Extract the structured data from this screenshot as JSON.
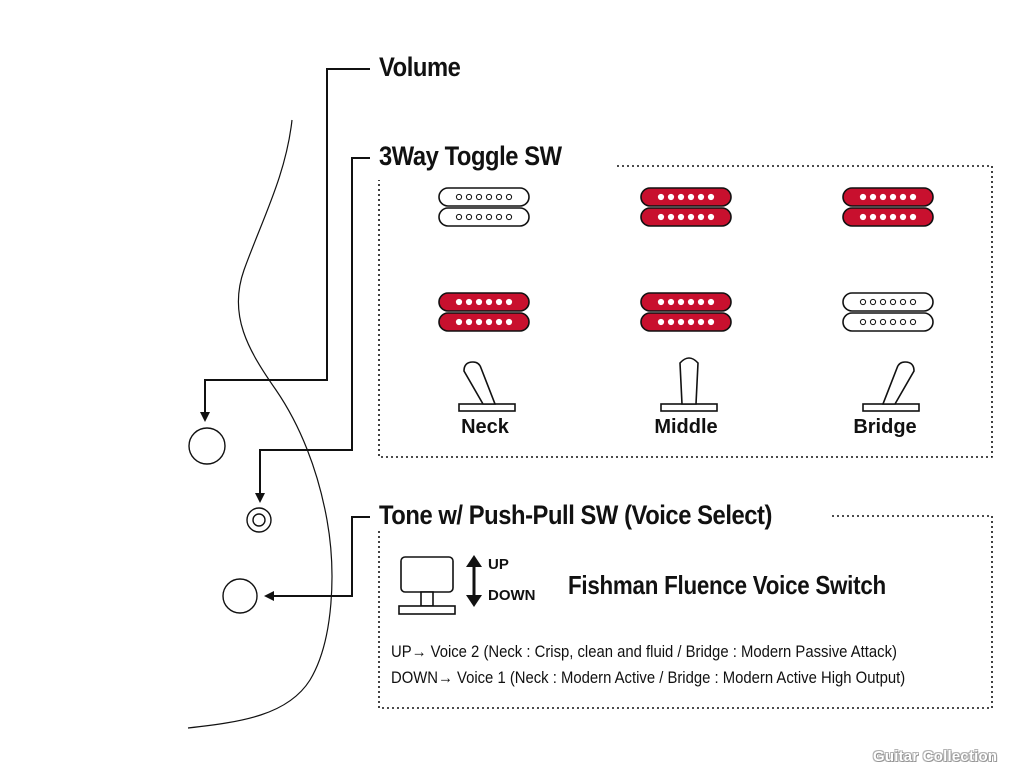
{
  "labels": {
    "volume": "Volume",
    "toggle": "3Way Toggle SW",
    "tone": "Tone w/ Push-Pull SW (Voice Select)"
  },
  "toggle_positions": [
    {
      "label": "Neck",
      "neck_pickup_active": false,
      "bridge_pickup_active": true
    },
    {
      "label": "Middle",
      "neck_pickup_active": true,
      "bridge_pickup_active": true
    },
    {
      "label": "Bridge",
      "neck_pickup_active": true,
      "bridge_pickup_active": false
    }
  ],
  "push_pull": {
    "up_label": "UP",
    "down_label": "DOWN",
    "title": "Fishman Fluence Voice Switch",
    "line_up": "UP→ Voice 2 (Neck : Crisp, clean and fluid / Bridge : Modern Passive Attack)",
    "line_down": "DOWN→ Voice 1 (Neck : Modern Active / Bridge : Modern Active High Output)"
  },
  "credit": "Guitar Collection",
  "colors": {
    "active_pickup": "#c8102e",
    "inactive_pickup": "#ffffff",
    "line": "#111111"
  }
}
